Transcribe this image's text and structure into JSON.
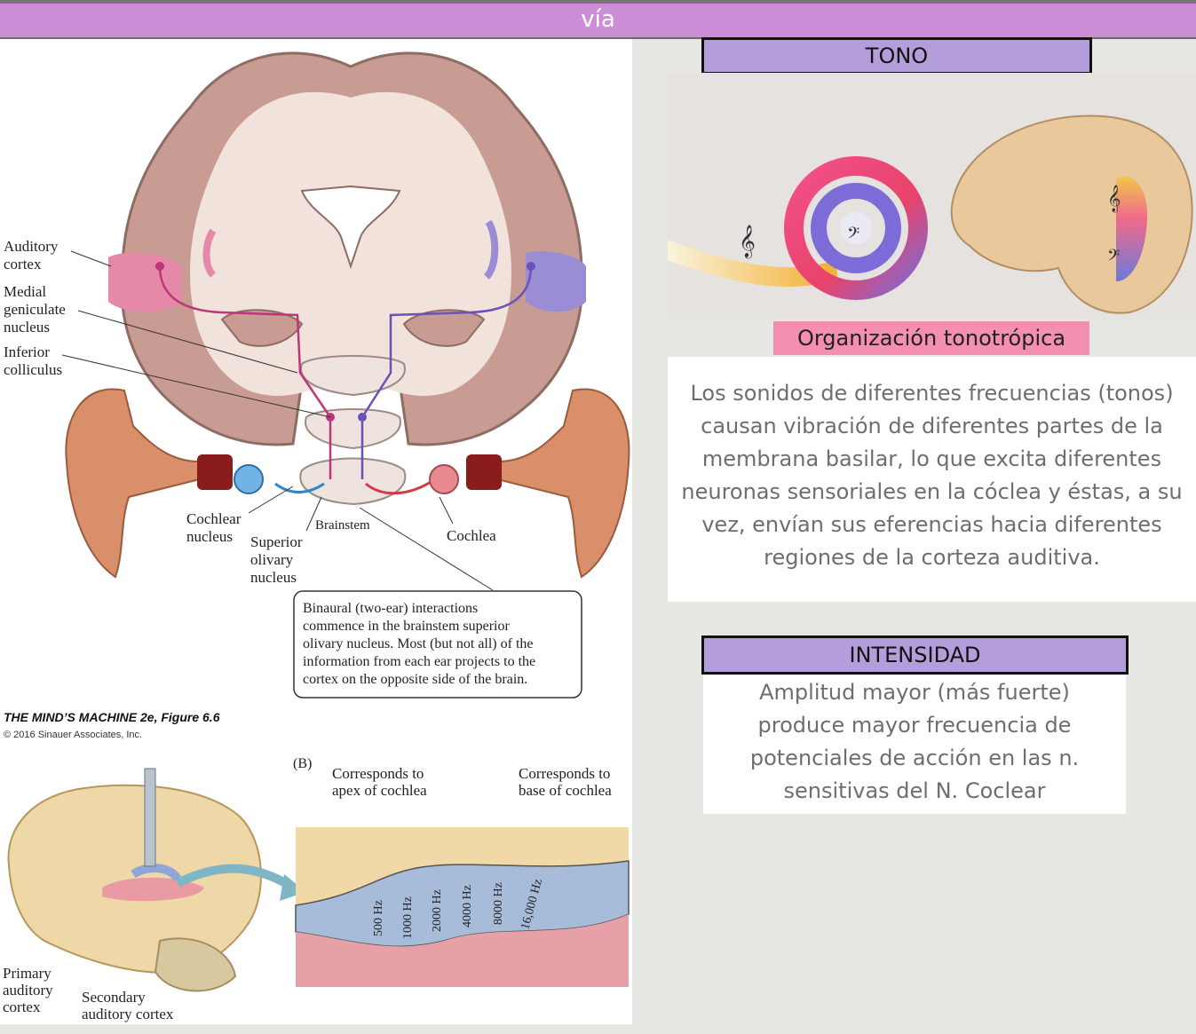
{
  "header": {
    "title": "vía"
  },
  "figure_a": {
    "labels": {
      "auditory_cortex": [
        "Auditory",
        "cortex"
      ],
      "medial_geniculate": [
        "Medial",
        "geniculate",
        "nucleus"
      ],
      "inferior_colliculus": [
        "Inferior",
        "colliculus"
      ],
      "cochlear_nucleus": [
        "Cochlear",
        "nucleus"
      ],
      "superior_olivary": [
        "Superior",
        "olivary",
        "nucleus"
      ],
      "brainstem": "Brainstem",
      "cochlea": "Cochlea"
    },
    "callout": [
      "Binaural (two-ear) interactions",
      "commence in the brainstem superior",
      "olivary nucleus. Most (but not all) of the",
      "information from each ear projects to the",
      "cortex on the opposite side of the brain."
    ],
    "credit_title": "THE MIND’S MACHINE 2e, Figure 6.6",
    "credit_copyright": "© 2016 Sinauer Associates, Inc."
  },
  "figure_b": {
    "panel_letter": "(B)",
    "apex_label": [
      "Corresponds to",
      "apex of cochlea"
    ],
    "base_label": [
      "Corresponds to",
      "base of cochlea"
    ],
    "frequencies": [
      "500 Hz",
      "1000 Hz",
      "2000 Hz",
      "4000 Hz",
      "8000 Hz",
      "16,000 Hz"
    ],
    "primary_label": [
      "Primary",
      "auditory",
      "cortex"
    ],
    "secondary_label": [
      "Secondary",
      "auditory cortex"
    ]
  },
  "tono": {
    "title": "TONO",
    "image_caption": "Organización tonotrópica",
    "description": "Los sonidos de diferentes frecuencias (tonos) causan vibración de diferentes partes de la membrana basilar, lo que excita diferentes neuronas sensoriales en la cóclea y éstas, a su vez, envían sus eferencias hacia diferentes regiones de la corteza auditiva."
  },
  "intensidad": {
    "title": "INTENSIDAD",
    "description": "Amplitud mayor (más fuerte) produce mayor frecuencia de potenciales de acción en las n. sensitivas del N. Coclear"
  },
  "colors": {
    "header_bg": "#cc8fd7",
    "title_box_bg": "#b39ddb",
    "caption_bg": "#f48fb1",
    "page_bg": "#e7e7e4"
  }
}
